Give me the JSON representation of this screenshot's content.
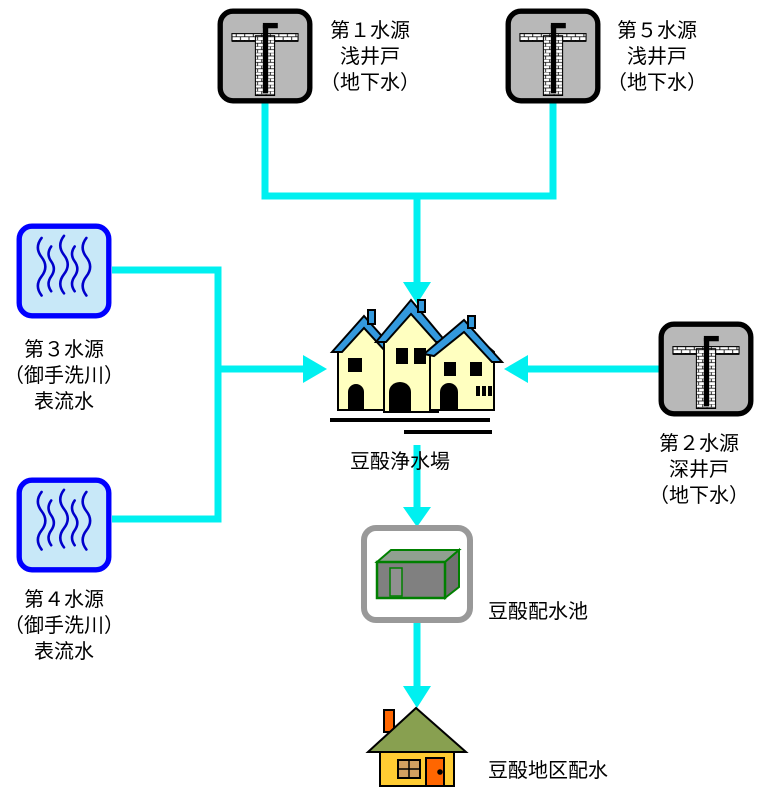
{
  "colors": {
    "pipe": "#00F0F0",
    "well_frame": "#000000",
    "well_fill": "#B8B8B8",
    "river_frame": "#0000FF",
    "river_fill": "#C8E8F8",
    "plant_roof": "#3399DD",
    "plant_wall": "#FFFFC0",
    "tank_frame": "#999999",
    "tank_fill": "#808080",
    "tank_edge": "#008000",
    "house_roof": "#88A050",
    "house_wall": "#FFCC33",
    "house_door": "#FF6600"
  },
  "sources": {
    "s1": {
      "name": "第１水源",
      "type": "浅井戸",
      "note": "（地下水）",
      "icon": "well-icon"
    },
    "s5": {
      "name": "第５水源",
      "type": "浅井戸",
      "note": "（地下水）",
      "icon": "well-icon"
    },
    "s2": {
      "name": "第２水源",
      "type": "深井戸",
      "note": "（地下水）",
      "icon": "well-icon"
    },
    "s3": {
      "name": "第３水源",
      "type": "（御手洗川）",
      "note": "表流水",
      "icon": "river-icon"
    },
    "s4": {
      "name": "第４水源",
      "type": "（御手洗川）",
      "note": "表流水",
      "icon": "river-icon"
    }
  },
  "plant": {
    "label": "豆酘浄水場",
    "icon": "water-treatment-plant-icon"
  },
  "reservoir": {
    "label": "豆酘配水池",
    "icon": "water-tank-icon"
  },
  "district": {
    "label": "豆酘地区配水",
    "icon": "house-icon"
  }
}
